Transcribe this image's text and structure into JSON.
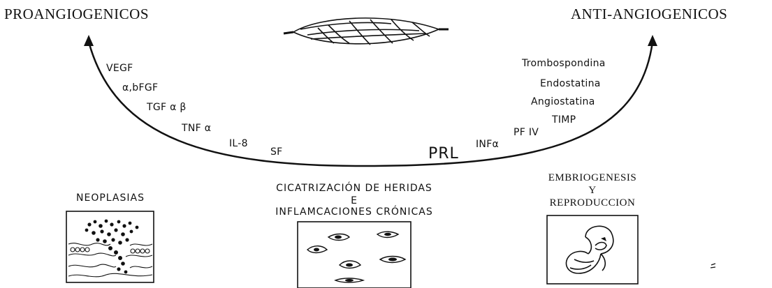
{
  "titles": {
    "left": "PROANGIOGENICOS",
    "right": "ANTI-ANGIOGENICOS"
  },
  "pro_factors": [
    "VEGF",
    "α,bFGF",
    "TGF α β",
    "TNF α",
    "IL-8",
    "SF"
  ],
  "center_label": "PRL",
  "anti_factors": {
    "inf": "INFα",
    "pf": "PF IV",
    "timp": "TIMP",
    "angio": "Angiostatina",
    "endo": "Endostatina",
    "trombo": "Trombospondina"
  },
  "panels": {
    "left": {
      "line1": "NEOPLASIAS"
    },
    "center": {
      "line1": "CICATRIZACIÓN DE HERIDAS",
      "line2": "E",
      "line3": "INFLAMCACIONES CRÓNICAS"
    },
    "right": {
      "line1": "EMBRIOGENESIS",
      "line2": "Y",
      "line3": "REPRODUCCION"
    }
  }
}
